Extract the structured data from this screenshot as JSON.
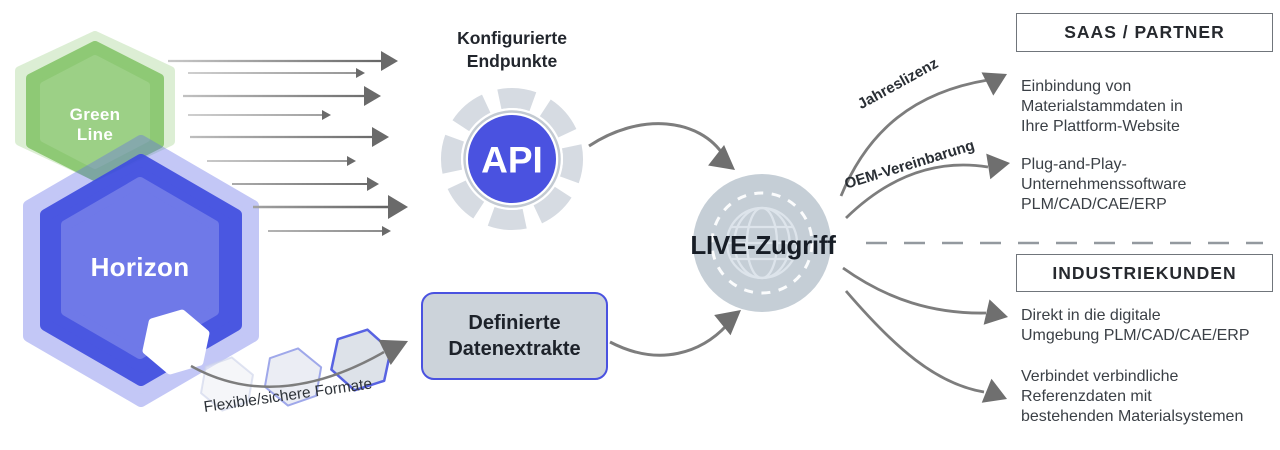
{
  "hexagons": {
    "green_label": "Green Line",
    "blue_label": "Horizon"
  },
  "endpoints": {
    "title": "Konfigurierte Endpunkte",
    "api_label": "API"
  },
  "extracts": {
    "box_label": "Definierte Datenextrakte",
    "formats_label": "Flexible/sichere Formate"
  },
  "live": {
    "label": "LIVE-Zugriff"
  },
  "flow_labels": {
    "license": "Jahreslizenz",
    "oem": "OEM-Vereinbarung"
  },
  "saas": {
    "header": "SAAS / PARTNER",
    "items": [
      {
        "lines": [
          "Einbindung von",
          "Materialstammdaten in",
          "Ihre Plattform-Website"
        ]
      },
      {
        "lines": [
          "Plug-and-Play-",
          "Unternehmenssoftware",
          "PLM/CAD/CAE/ERP"
        ]
      }
    ]
  },
  "industry": {
    "header": "INDUSTRIEKUNDEN",
    "items": [
      {
        "lines": [
          "Direkt in die digitale",
          "Umgebung PLM/CAD/CAE/ERP"
        ]
      },
      {
        "lines": [
          "Verbindet verbindliche",
          "Referenzdaten mit",
          "bestehenden Materialsystemen"
        ]
      }
    ]
  },
  "colors": {
    "accent_blue": "#4a52e0",
    "accent_green": "#8dc973",
    "arrow_gray": "#6f6f6f",
    "node_gray": "#c5ced6",
    "box_fill": "#ccd3da"
  }
}
